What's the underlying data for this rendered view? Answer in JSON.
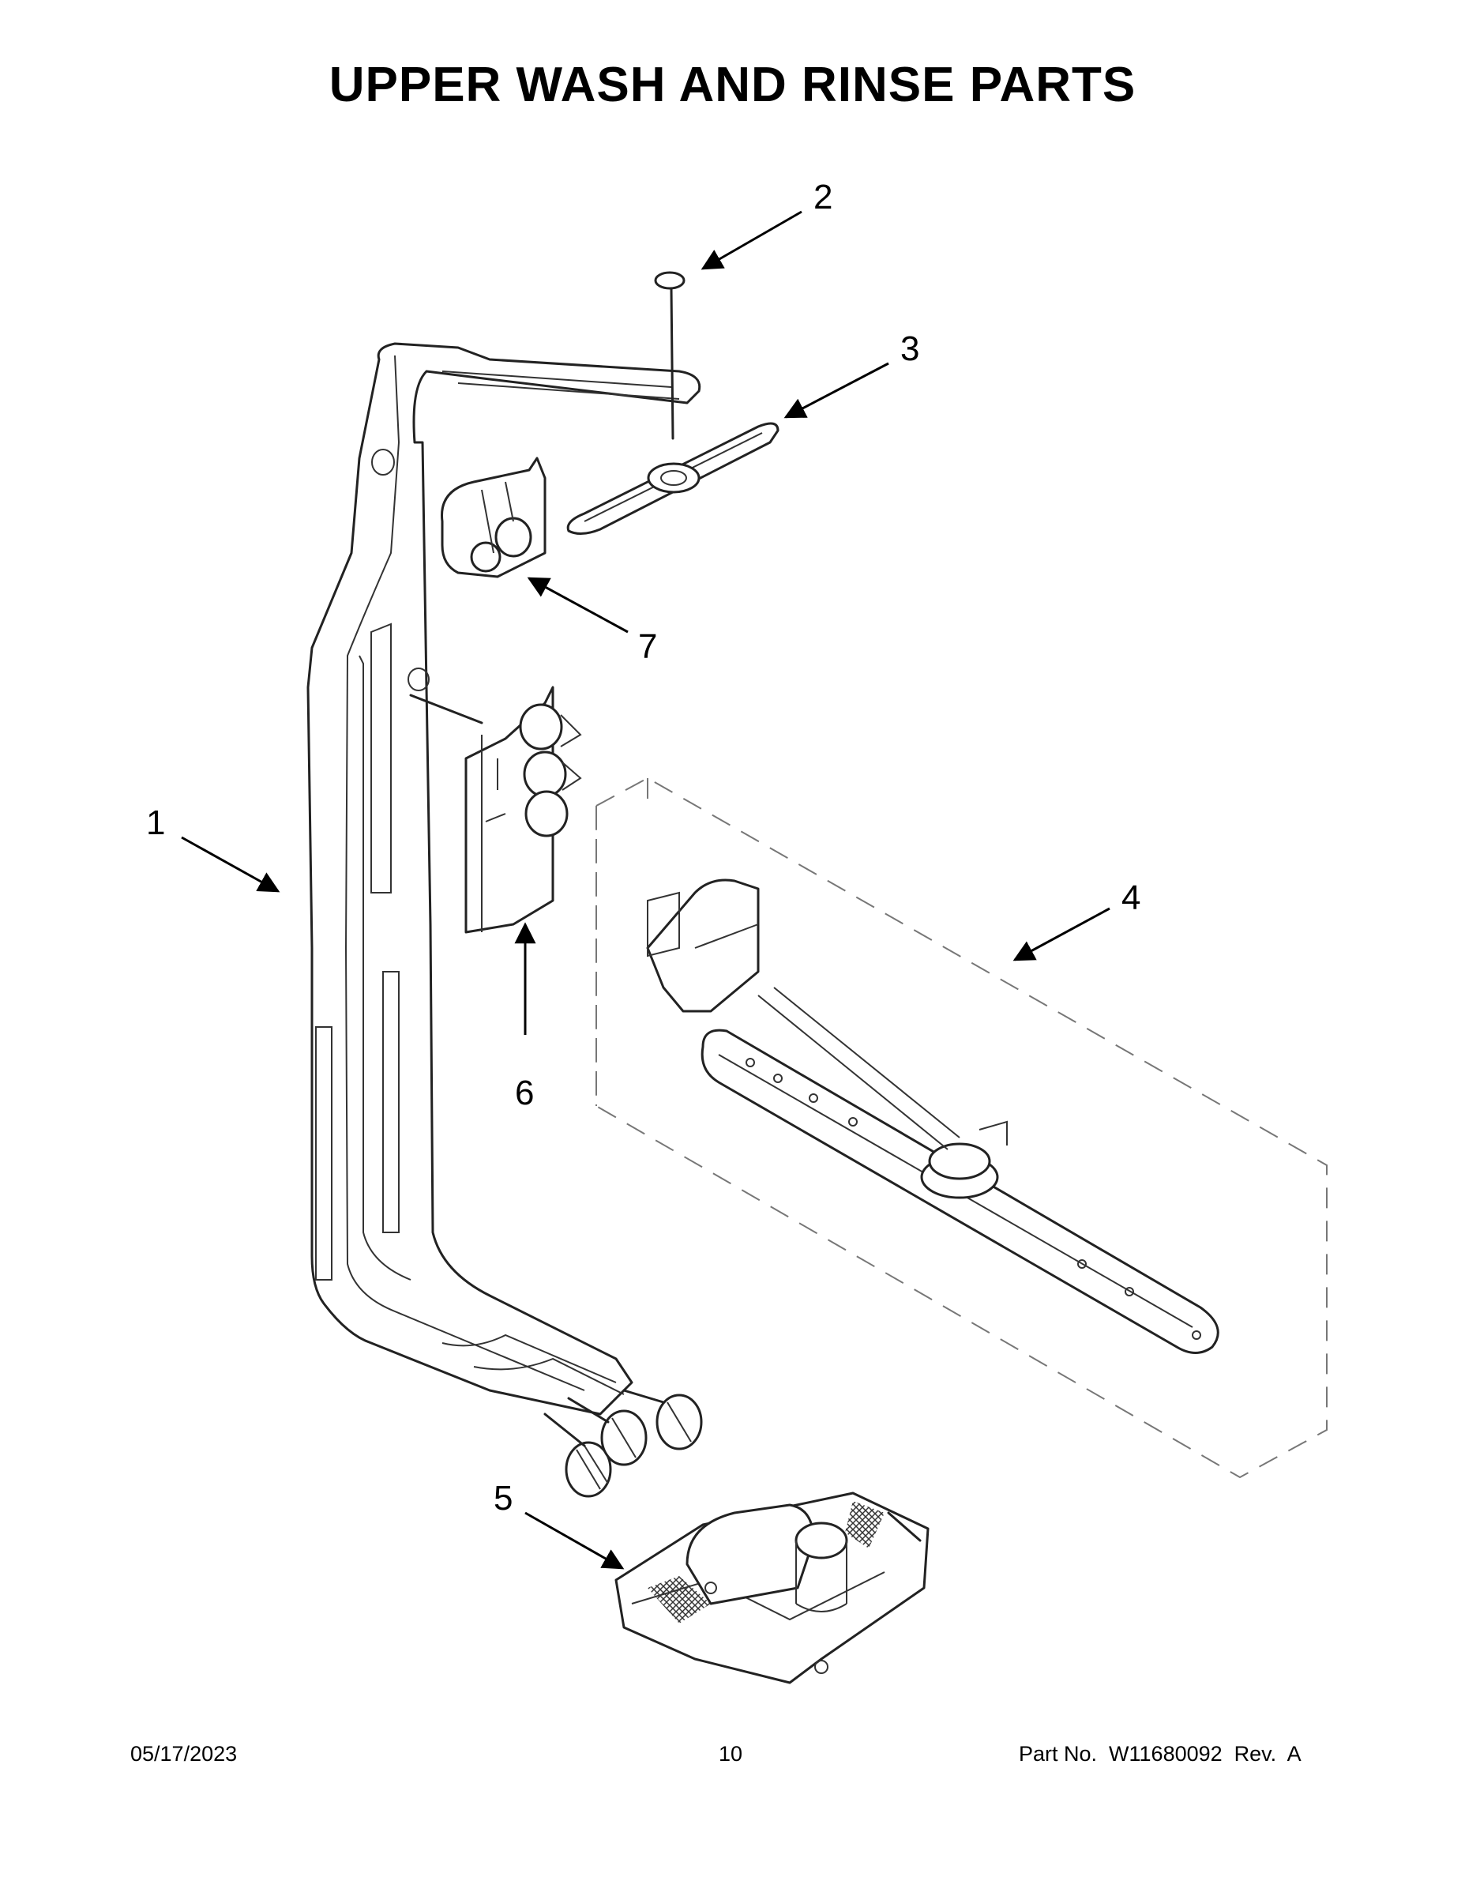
{
  "title": "UPPER WASH AND RINSE PARTS",
  "callouts": {
    "c1": "1",
    "c2": "2",
    "c3": "3",
    "c4": "4",
    "c5": "5",
    "c6": "6",
    "c7": "7"
  },
  "footer": {
    "date": "05/17/2023",
    "page": "10",
    "part_no": "Part No.  W11680092  Rev.  A"
  }
}
